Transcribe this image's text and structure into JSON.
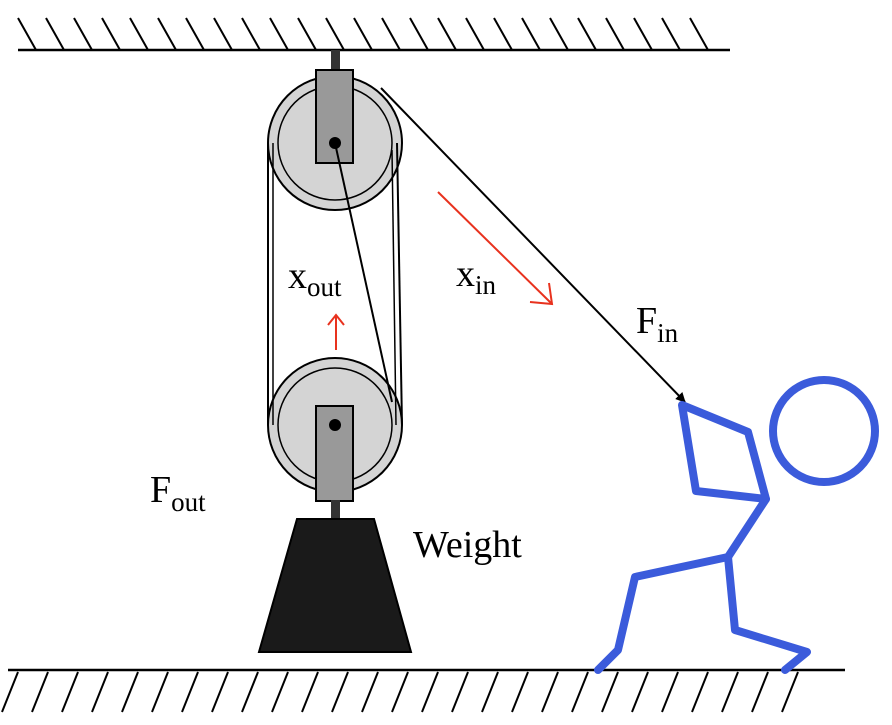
{
  "labels": {
    "x_out": {
      "main": "x",
      "sub": "out"
    },
    "x_in": {
      "main": "x",
      "sub": "in"
    },
    "f_in": {
      "main": "F",
      "sub": "in"
    },
    "f_out": {
      "main": "F",
      "sub": "out"
    },
    "weight": "Weight"
  },
  "colors": {
    "line": "#000000",
    "pulley_face": "#d4d4d4",
    "bracket": "#999999",
    "weight_block": "#1a1a1a",
    "motion_arrow": "#e8321e",
    "figure": "#3b5bdb",
    "background": "#ffffff"
  }
}
